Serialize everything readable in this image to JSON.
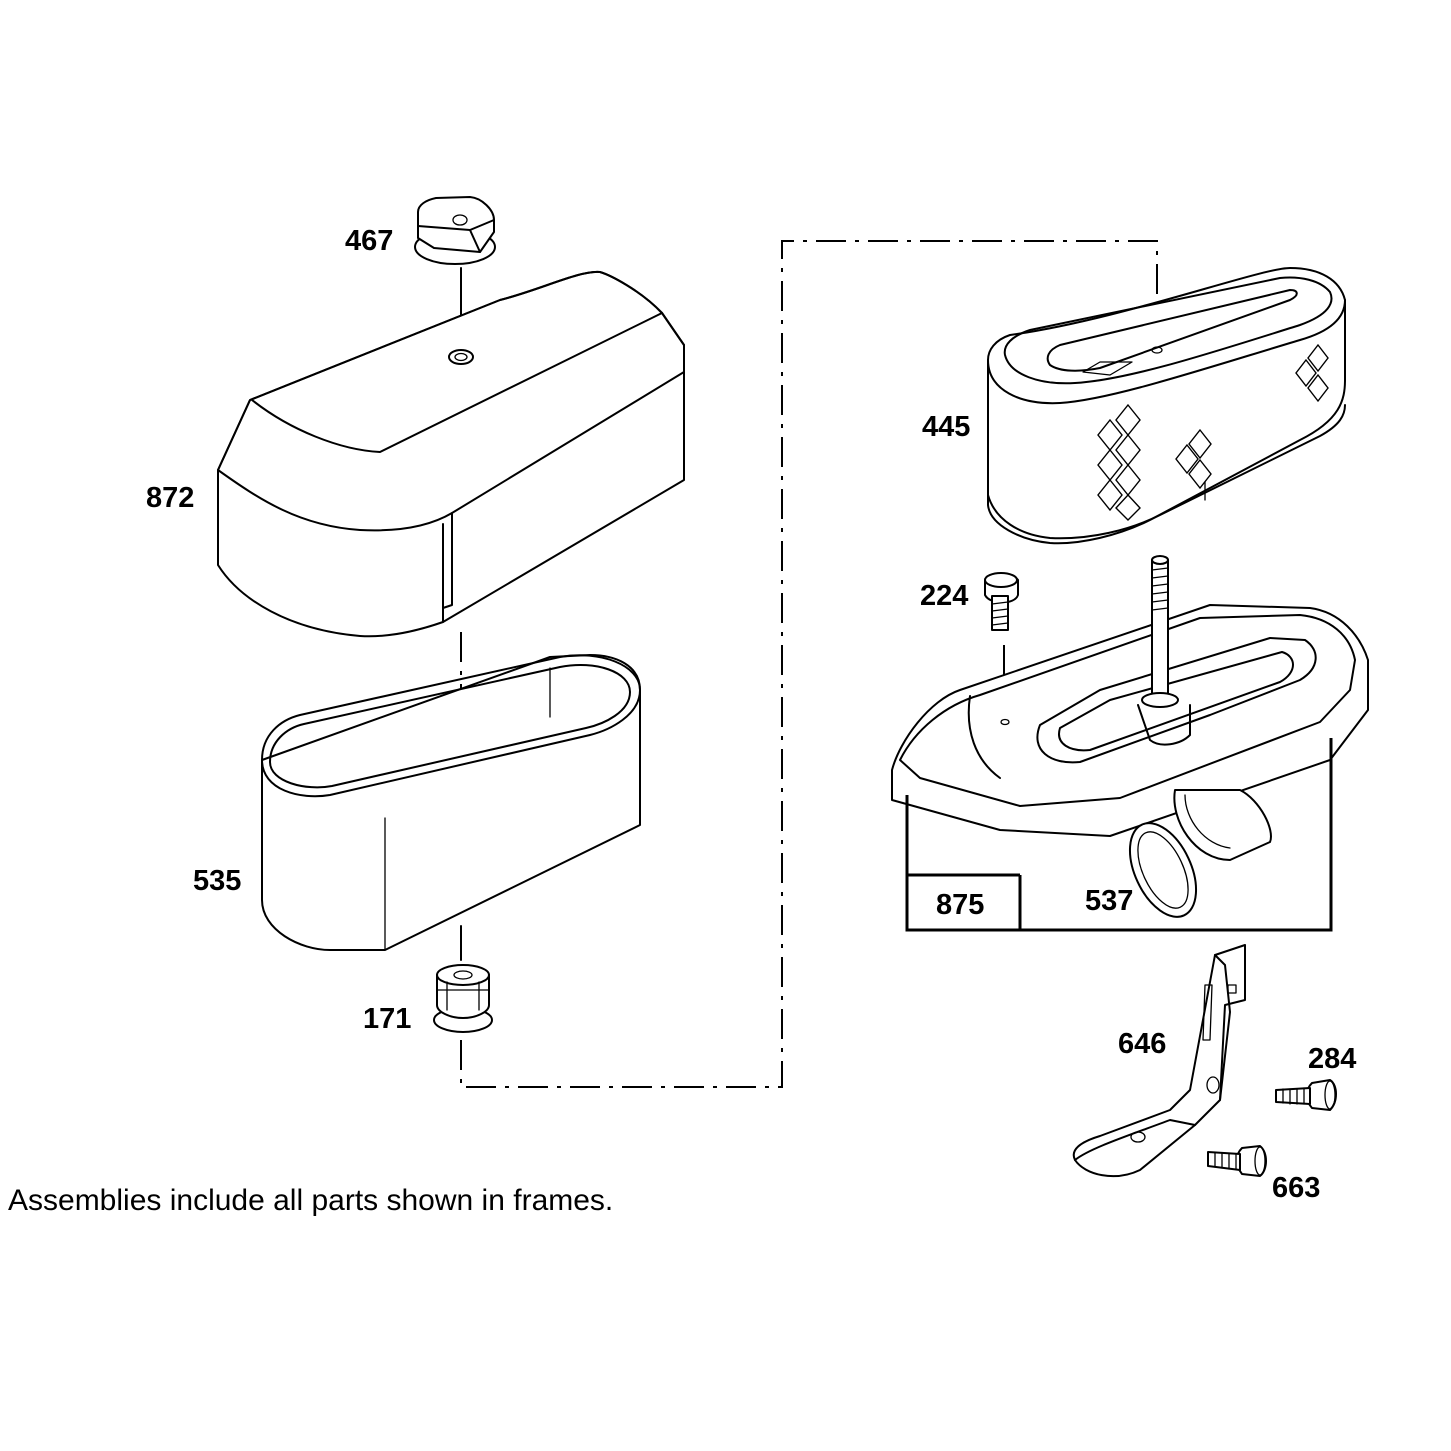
{
  "diagram": {
    "note": "Assemblies include all parts shown in frames.",
    "parts": [
      {
        "id": "467",
        "label": "467"
      },
      {
        "id": "872",
        "label": "872"
      },
      {
        "id": "535",
        "label": "535"
      },
      {
        "id": "171",
        "label": "171"
      },
      {
        "id": "445",
        "label": "445"
      },
      {
        "id": "224",
        "label": "224"
      },
      {
        "id": "875",
        "label": "875"
      },
      {
        "id": "537",
        "label": "537"
      },
      {
        "id": "646",
        "label": "646"
      },
      {
        "id": "284",
        "label": "284"
      },
      {
        "id": "663",
        "label": "663"
      }
    ]
  }
}
